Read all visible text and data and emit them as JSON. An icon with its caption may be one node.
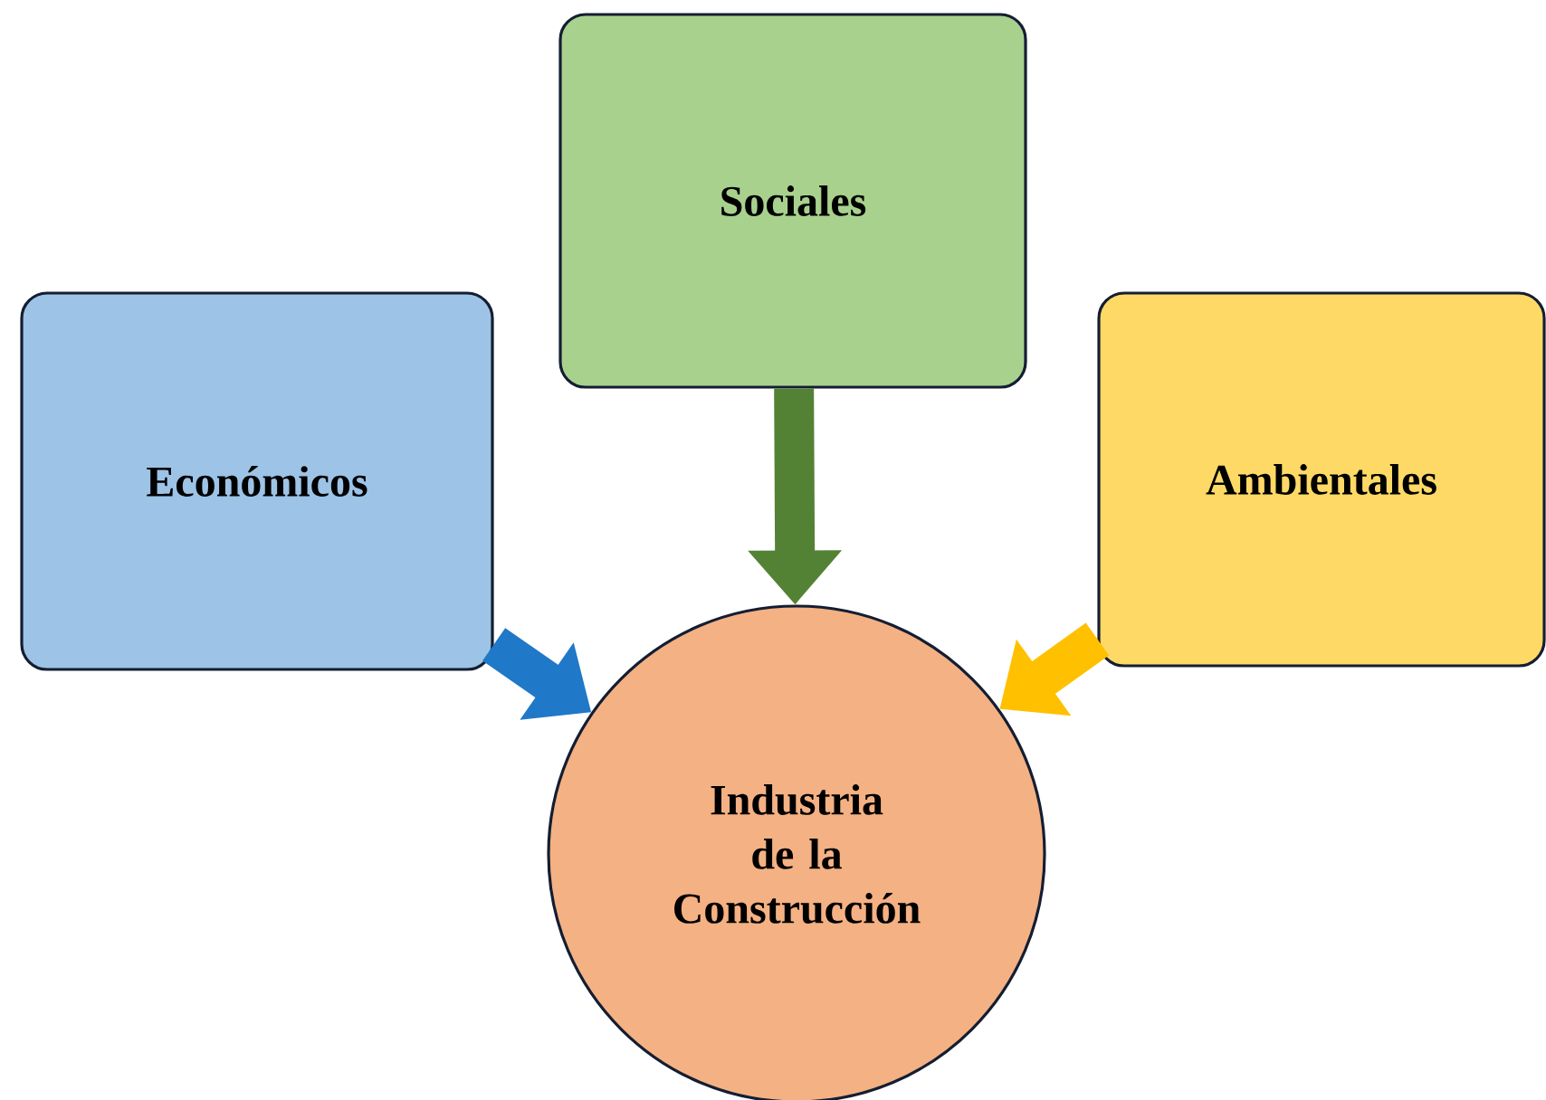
{
  "diagram": {
    "nodes": [
      {
        "text": [
          "Económicos"
        ]
      },
      {
        "text": [
          "Sociales"
        ]
      },
      {
        "text": [
          "Ambientales"
        ]
      },
      {
        "text": [
          "Industria de la Construcción"
        ]
      }
    ],
    "edges": [
      {
        "from": 0,
        "to": 3,
        "arrow": "to",
        "color": "#1f78c8"
      },
      {
        "from": 1,
        "to": 3,
        "arrow": "to",
        "color": "#548235"
      },
      {
        "from": 2,
        "to": 3,
        "arrow": "to",
        "color": "#ffc000"
      }
    ]
  }
}
